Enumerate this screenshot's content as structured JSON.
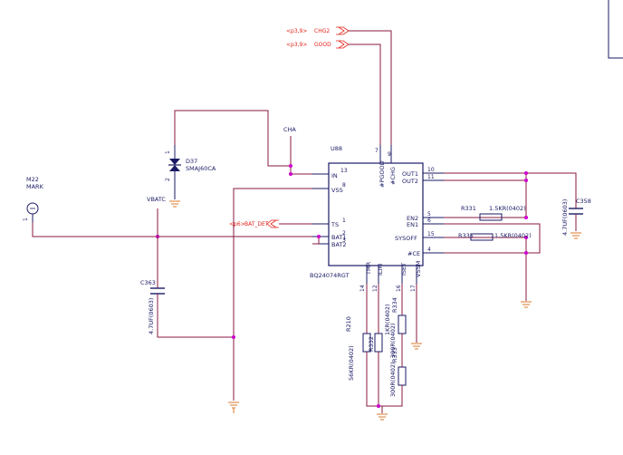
{
  "colors": {
    "wire": "#8a1a40",
    "text": "#1a1a66",
    "offpage": "#e0241b",
    "junction": "#cc00cc",
    "ground": "#d97a2b"
  },
  "ic": {
    "ref": "U88",
    "part": "BQ24074RGT",
    "pins_left": [
      {
        "num": "13",
        "name": "IN"
      },
      {
        "num": "8",
        "name": "VSS"
      },
      {
        "num": "1",
        "name": "TS"
      },
      {
        "num": "2",
        "name": "BAT1"
      },
      {
        "num": "3",
        "name": "BAT2"
      }
    ],
    "pins_right": [
      {
        "num": "10",
        "name": "OUT1"
      },
      {
        "num": "11",
        "name": "OUT2"
      },
      {
        "num": "5",
        "name": "EN2"
      },
      {
        "num": "6",
        "name": "EN1"
      },
      {
        "num": "15",
        "name": "SYSOFF"
      },
      {
        "num": "4",
        "name": "#CE"
      }
    ],
    "pins_top": [
      {
        "num": "7",
        "name": "#PGOOD"
      },
      {
        "num": "9",
        "name": "#CHG"
      }
    ],
    "pins_bottom": [
      {
        "num": "14",
        "name": "TMR"
      },
      {
        "num": "12",
        "name": "ILIM"
      },
      {
        "num": "16",
        "name": "ISET"
      },
      {
        "num": "17",
        "name": "VSSM"
      }
    ]
  },
  "offpage": {
    "chg": {
      "page": "<p3,9>",
      "net": "CHG2"
    },
    "good": {
      "page": "<p3,9>",
      "net": "GOOD"
    },
    "bat_det": {
      "page": "<p6>",
      "net": "BAT_DET"
    }
  },
  "nets": {
    "cha": "CHA",
    "vbatc": "VBATC"
  },
  "mark": {
    "ref": "M22",
    "label": "MARK",
    "pin": "1"
  },
  "diode": {
    "ref": "D37",
    "part": "SMAJ60CA",
    "pin1": "1",
    "pin2": "2"
  },
  "c363": {
    "ref": "C363",
    "value": "4.7UF(0603)"
  },
  "c358": {
    "ref": "C358",
    "value": "4.7UF(0603)"
  },
  "r331": {
    "ref": "R331",
    "value": "1.5KR(0402)"
  },
  "r335": {
    "ref": "R335",
    "value": "1.5KR(0402)"
  },
  "r210": {
    "ref": "R210",
    "value": "56KR(0402)"
  },
  "r332": {
    "ref": "R332",
    "value": "1KR(0402)"
  },
  "r334": {
    "ref": "R334",
    "value": "300R(0402)"
  },
  "r333": {
    "ref": "R333",
    "value": "300R(0402)"
  }
}
